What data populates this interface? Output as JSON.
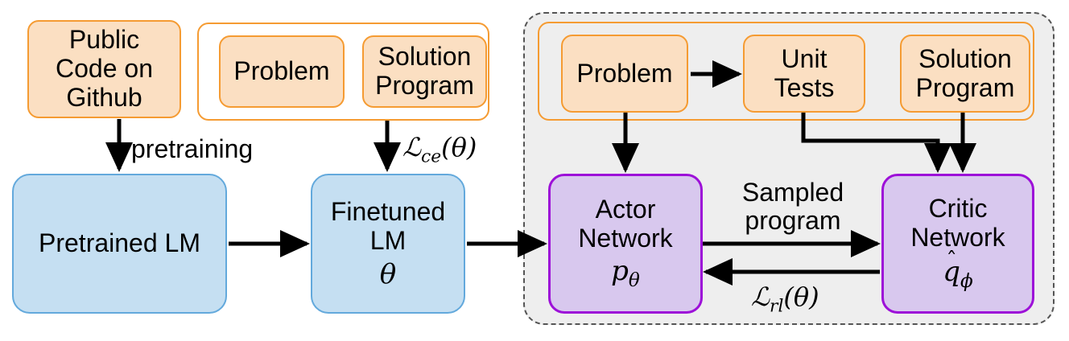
{
  "diagram": {
    "title": "CodeRL actor-critic training pipeline",
    "colors": {
      "orange_fill": "#fbdfc2",
      "orange_stroke": "#f59b32",
      "blue_fill": "#c5dff2",
      "blue_stroke": "#63a9dc",
      "purple_fill": "#d8c8ee",
      "purple_stroke": "#9d10d8",
      "gray_fill": "#eeeeee",
      "gray_stroke": "#555555",
      "arrow": "#000000"
    }
  },
  "nodes": {
    "public_code": {
      "lines": [
        "Public",
        "Code on",
        "Github"
      ]
    },
    "problem_pretrain": {
      "lines": [
        "Problem"
      ]
    },
    "solution_program_pretrain": {
      "lines": [
        "Solution",
        "Program"
      ]
    },
    "problem_rl": {
      "lines": [
        "Problem"
      ]
    },
    "unit_tests": {
      "lines": [
        "Unit",
        "Tests"
      ]
    },
    "solution_program_rl": {
      "lines": [
        "Solution",
        "Program"
      ]
    },
    "pretrained_lm": {
      "lines": [
        "Pretrained LM"
      ]
    },
    "finetuned_lm": {
      "lines": [
        "Finetuned",
        "LM"
      ],
      "symbol": "θ"
    },
    "actor_network": {
      "lines": [
        "Actor",
        "Network"
      ],
      "symbol_base": "p",
      "symbol_sub": "θ"
    },
    "critic_network": {
      "lines": [
        "Critic",
        "Network"
      ],
      "symbol_base": "q",
      "symbol_sub": "ϕ",
      "symbol_accent": "ˆ"
    }
  },
  "edge_labels": {
    "pretraining": "pretraining",
    "loss_ce": {
      "cal": "ℒ",
      "sub": "ce",
      "arg": "(θ)"
    },
    "sampled_program": [
      "Sampled",
      "program"
    ],
    "loss_rl": {
      "cal": "ℒ",
      "sub": "rl",
      "arg": "(θ)"
    }
  }
}
